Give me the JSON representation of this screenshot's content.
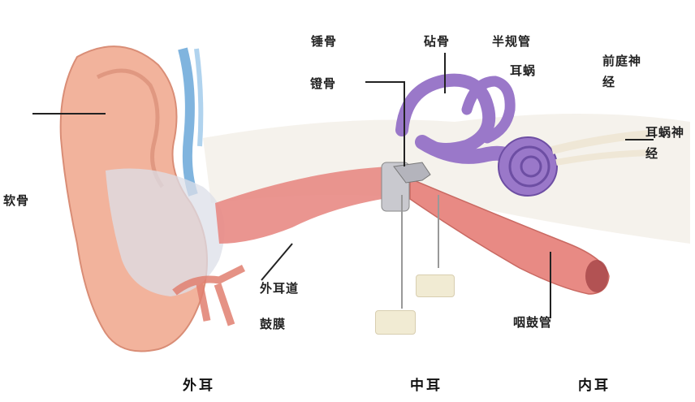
{
  "labels": {
    "auricle": "",
    "ear_cartilage": "软骨",
    "external_canal": "外耳道",
    "tympanic": "鼓膜",
    "hammer": "锤骨",
    "anvil": "砧骨",
    "stirrup": "镫骨",
    "semicircular": "半规管",
    "cochlea": "耳蜗",
    "vestibular_nerve": "前庭神经",
    "cochlear_nerve": "耳蜗神经",
    "eustachian": "咽鼓管",
    "outer_ear": "外耳",
    "middle_ear": "中耳",
    "inner_ear": "内耳"
  },
  "colors": {
    "skin": "#f2b39c",
    "skin_shadow": "#d98d76",
    "canal": "#e88a84",
    "cartilage_tint": "#dcdfe8",
    "vessel": "#6aa7d8",
    "labyrinth": "#9a78c9",
    "labyrinth_dark": "#6d4ea3",
    "bone": "#efe7cf",
    "line": "#222222"
  }
}
